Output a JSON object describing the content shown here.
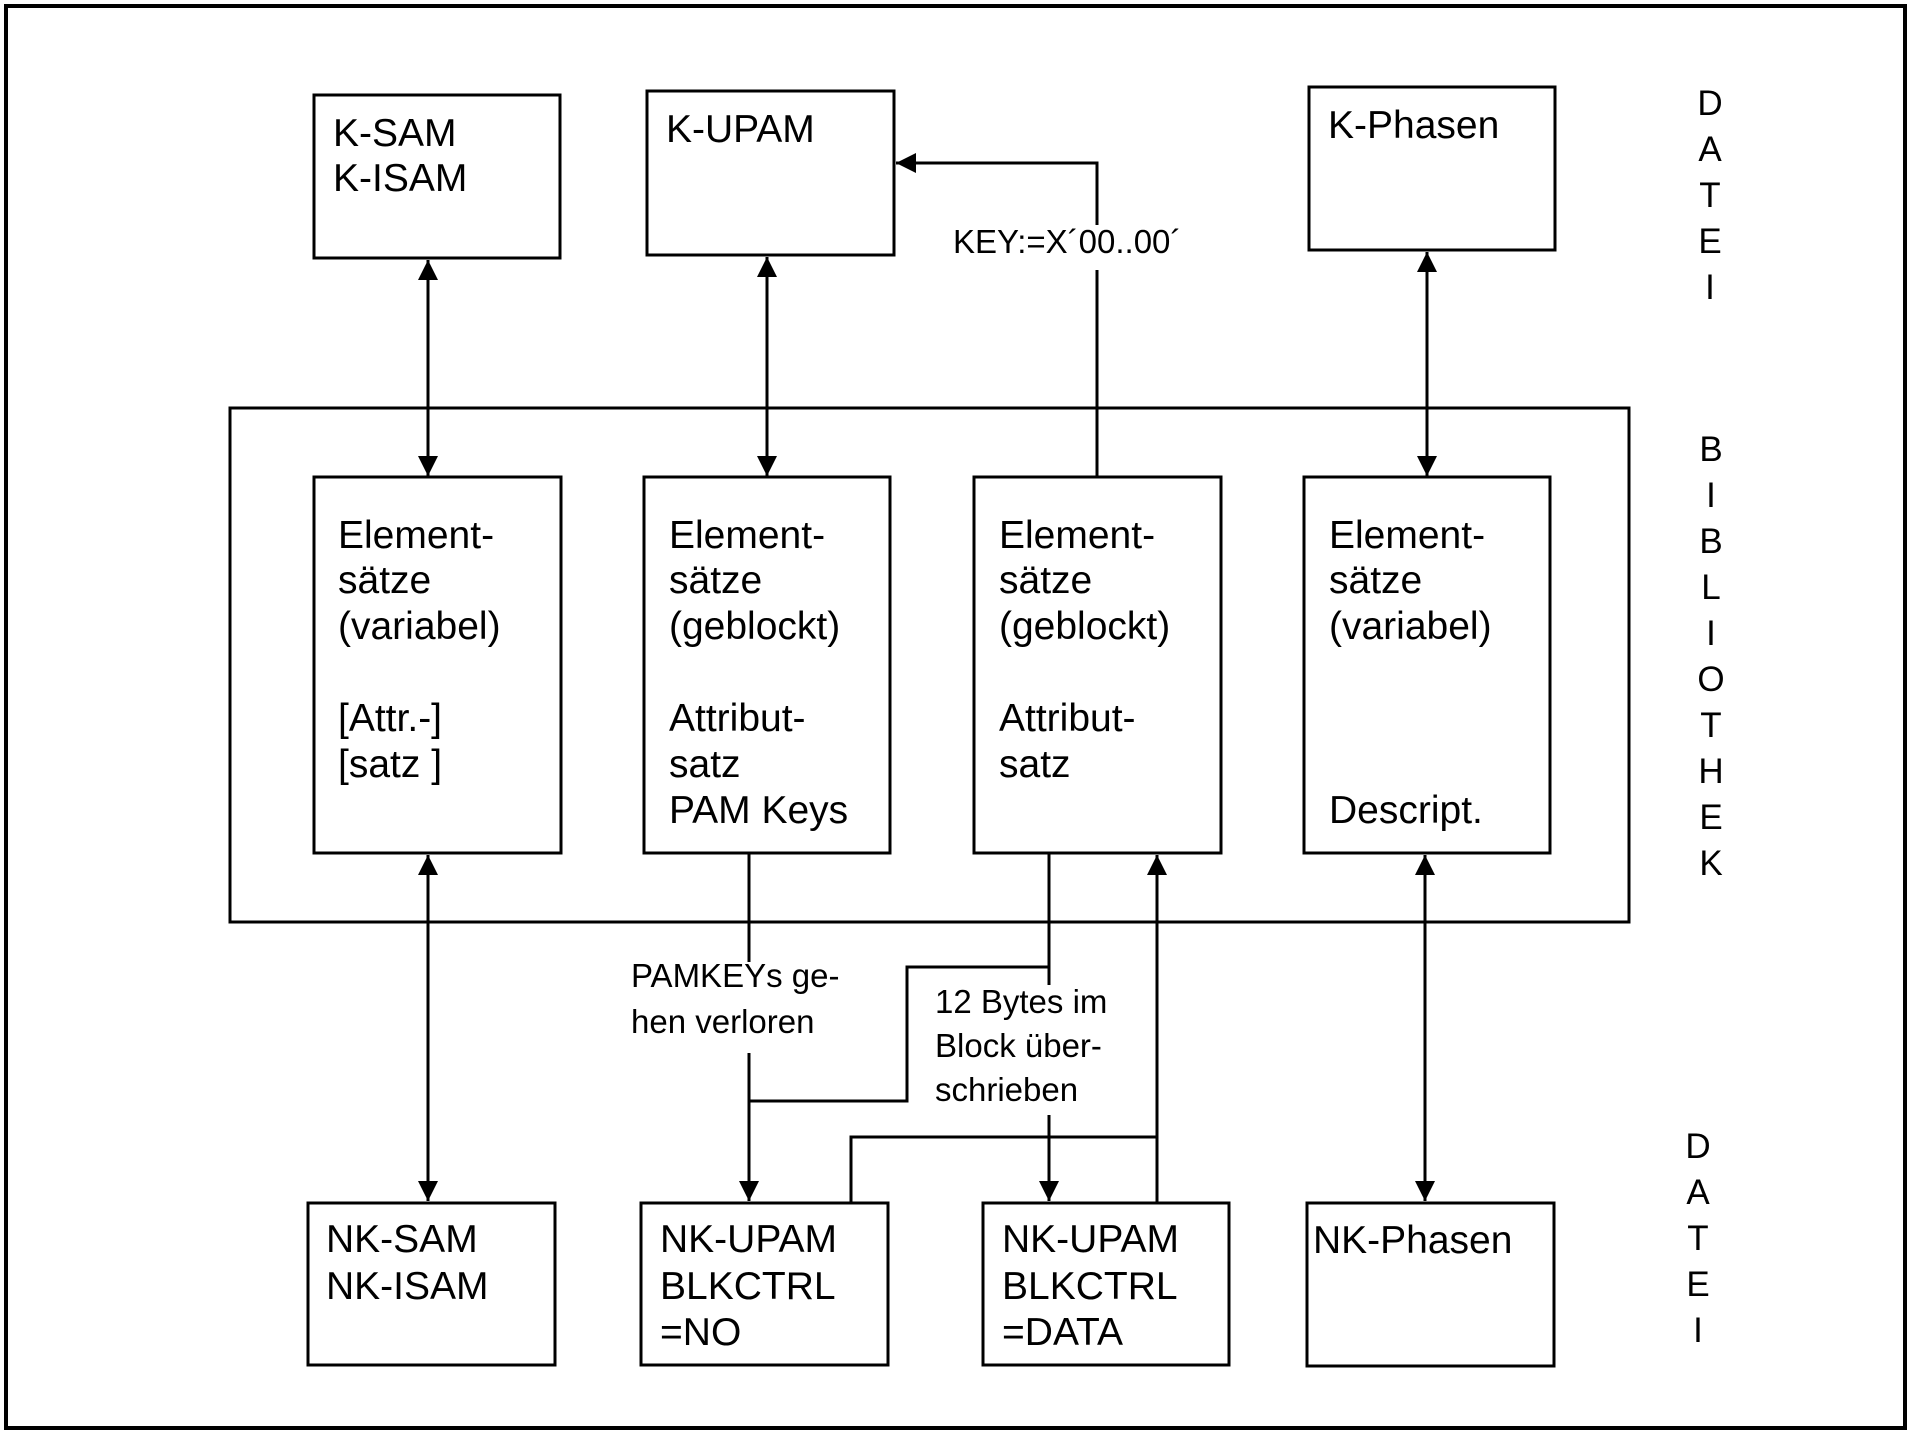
{
  "diagram": {
    "side_labels": {
      "top": "DATEI",
      "middle": "BIBLIOTHEK",
      "bottom": "DATEI"
    },
    "top_files": [
      {
        "id": "k-sam",
        "lines": [
          "K-SAM",
          "K-ISAM"
        ]
      },
      {
        "id": "k-upam",
        "lines": [
          "K-UPAM"
        ]
      },
      {
        "id": "k-phasen",
        "lines": [
          "K-Phasen"
        ]
      }
    ],
    "library_elements": [
      {
        "id": "elem-variabel-1",
        "lines": [
          "Element-",
          "sätze",
          "(variabel)",
          "",
          "[Attr.-]",
          "[satz ]"
        ]
      },
      {
        "id": "elem-geblockt-1",
        "lines": [
          "Element-",
          "sätze",
          "(geblockt)",
          "",
          "Attribut-",
          "satz",
          "PAM Keys"
        ]
      },
      {
        "id": "elem-geblockt-2",
        "lines": [
          "Element-",
          "sätze",
          "(geblockt)",
          "",
          "Attribut-",
          "satz"
        ]
      },
      {
        "id": "elem-variabel-2",
        "lines": [
          "Element-",
          "sätze",
          "(variabel)",
          "",
          "",
          "",
          "Descript."
        ]
      }
    ],
    "bottom_files": [
      {
        "id": "nk-sam",
        "lines": [
          "NK-SAM",
          "NK-ISAM"
        ]
      },
      {
        "id": "nk-upam-no",
        "lines": [
          "NK-UPAM",
          "BLKCTRL",
          "=NO"
        ]
      },
      {
        "id": "nk-upam-data",
        "lines": [
          "NK-UPAM",
          "BLKCTRL",
          "=DATA"
        ]
      },
      {
        "id": "nk-phasen",
        "lines": [
          "NK-Phasen"
        ]
      }
    ],
    "annotations": {
      "key": "KEY:=X´00..00´",
      "pamkeys": [
        "PAMKEYs ge-",
        "hen verloren"
      ],
      "bytes": [
        "12 Bytes im",
        "Block über-",
        "schrieben"
      ]
    }
  }
}
